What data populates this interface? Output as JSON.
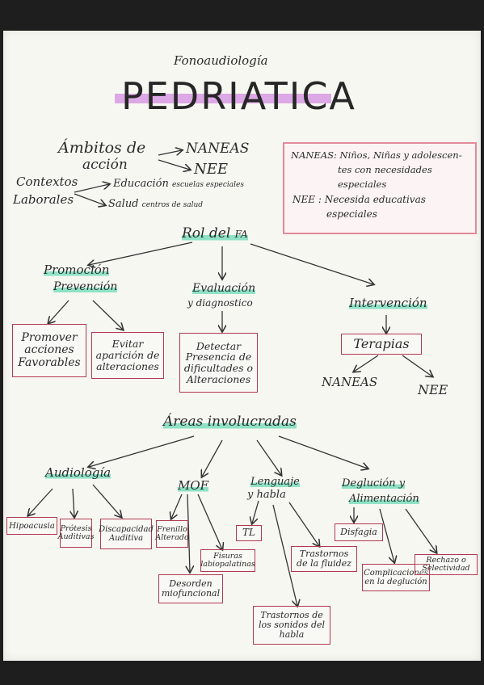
{
  "diagram": {
    "subtitle": "Fonoaudiología",
    "title": "PEDRIATICA",
    "ambitos": {
      "label_line1": "Ámbitos de",
      "label_line2": "acción",
      "branch1": "NANEAS",
      "branch2": "NEE"
    },
    "contextos": {
      "label_line1": "Contextos",
      "label_line2": "Laborales",
      "branch1_head": "Educación",
      "branch1_tail": "escuelas especiales",
      "branch2_head": "Salud",
      "branch2_tail": "centros de salud"
    },
    "definitions": {
      "naneas_line1": "NANEAS: Niños, Niñas y adolescen-",
      "naneas_line2": "tes con necesidades",
      "naneas_line3": "especiales",
      "nee_line1": "NEE : Necesida educativas",
      "nee_line2": "especiales"
    },
    "rol": {
      "label": "Rol del",
      "label_small": "FA",
      "promocion_line1": "Promoción",
      "promocion_line2": "Prevención",
      "evaluacion_line1": "Evaluación",
      "evaluacion_line2": "y diagnostico",
      "intervencion": "Intervención",
      "box_promover": "Promover acciones Favorables",
      "box_evitar": "Evitar aparición de alteraciones",
      "box_detectar": "Detectar Presencia de dificultades o Alteraciones",
      "box_terapias": "Terapias",
      "terapia_1": "NANEAS",
      "terapia_2": "NEE"
    },
    "areas": {
      "label": "Áreas involucradas",
      "audiologia": "Audiología",
      "mof": "MOF",
      "lenguaje_line1": "Lenguaje",
      "lenguaje_line2": "y habla",
      "deglucion_line1": "Deglución y",
      "deglucion_line2": "Alimentación",
      "box_hipoacusia": "Hipoacusia",
      "box_protesis": "Prótesis Auditivas",
      "box_discapacidad": "Discapacidad Auditiva",
      "box_frenillo": "Frenillo Alterado",
      "box_fisuras": "Fisuras labiopalatinas",
      "box_desorden": "Desorden miofuncional",
      "box_tl": "TL",
      "box_trastorno_fluidez": "Trastornos de la fluidez",
      "box_trastorno_sonidos": "Trastornos de los sonidos del habla",
      "box_disfagia": "Disfagia",
      "box_complicaciones": "Complicaciones en la deglución",
      "box_rechazo": "Rechazo o Selectividad"
    }
  },
  "colors": {
    "ink": "#2a2a2a",
    "box_border": "#b03a4e",
    "highlight_teal": "#8fe1c6",
    "highlight_purple": "#d79ae3",
    "definition_border": "#e28a9a"
  }
}
